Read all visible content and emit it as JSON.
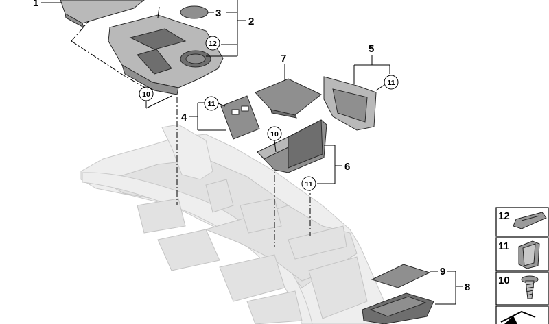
{
  "callouts": {
    "c1": "1",
    "c2": "2",
    "c3": "3",
    "c4": "4",
    "c5": "5",
    "c6": "6",
    "c7": "7",
    "c8": "8",
    "c9": "9",
    "circ10a": "10",
    "circ10b": "10",
    "circ11a": "11",
    "circ11b": "11",
    "circ11c": "11",
    "circ12": "12"
  },
  "legend": {
    "item12": "12",
    "item11": "11",
    "item10": "10"
  },
  "colors": {
    "part": "#8f8f8f",
    "console": "#eeeeee",
    "line": "#000000"
  },
  "icons": [
    "clip-12-icon",
    "clip-11-icon",
    "screw-10-icon",
    "arrow-corner-icon"
  ]
}
